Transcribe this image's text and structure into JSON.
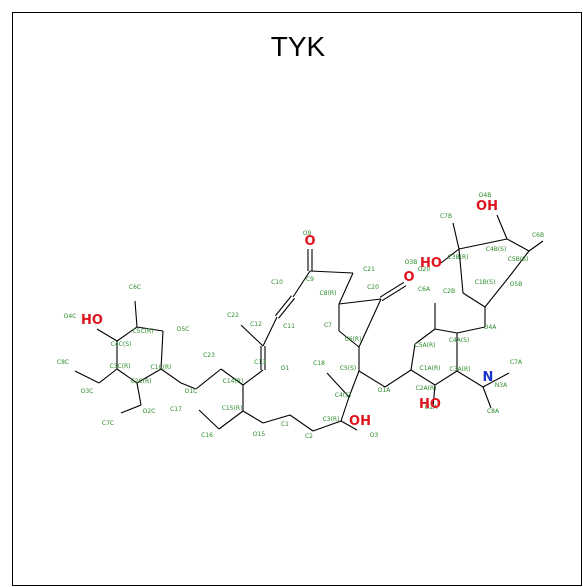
{
  "title": "TYK",
  "colors": {
    "bond": "#000000",
    "carbon_label": "#2a8a2a",
    "oxygen": "#e0141e",
    "nitrogen": "#1a33cc"
  },
  "atoms": [
    {
      "id": "O9",
      "label": "O9",
      "el": "C"
    },
    {
      "id": "O9a",
      "label": "O",
      "el": "O"
    },
    {
      "id": "C9",
      "label": "C9",
      "el": "C"
    },
    {
      "id": "C21",
      "label": "C21",
      "el": "C"
    },
    {
      "id": "C10",
      "label": "C10",
      "el": "C"
    },
    {
      "id": "C8",
      "label": "C8(R)",
      "el": "C"
    },
    {
      "id": "C20",
      "label": "C20",
      "el": "C"
    },
    {
      "id": "O20",
      "label": "O20",
      "el": "C"
    },
    {
      "id": "O20a",
      "label": "O",
      "el": "O"
    },
    {
      "id": "C11",
      "label": "C11",
      "el": "C"
    },
    {
      "id": "C22",
      "label": "C22",
      "el": "C"
    },
    {
      "id": "C12",
      "label": "C12",
      "el": "C"
    },
    {
      "id": "C7",
      "label": "C7",
      "el": "C"
    },
    {
      "id": "C6",
      "label": "C6(R)",
      "el": "C"
    },
    {
      "id": "C23",
      "label": "C23",
      "el": "C"
    },
    {
      "id": "C13",
      "label": "C13",
      "el": "C"
    },
    {
      "id": "O1",
      "label": "O1",
      "el": "C"
    },
    {
      "id": "C14",
      "label": "C14(R)",
      "el": "C"
    },
    {
      "id": "C18",
      "label": "C18",
      "el": "C"
    },
    {
      "id": "C5",
      "label": "C5(S)",
      "el": "C"
    },
    {
      "id": "O1A",
      "label": "O1A",
      "el": "C"
    },
    {
      "id": "O1C",
      "label": "O1C",
      "el": "C"
    },
    {
      "id": "C4",
      "label": "C4(S)",
      "el": "C"
    },
    {
      "id": "C15",
      "label": "C15(R)",
      "el": "C"
    },
    {
      "id": "C17",
      "label": "C17",
      "el": "C"
    },
    {
      "id": "C1",
      "label": "C1",
      "el": "C"
    },
    {
      "id": "C3",
      "label": "C3(R)",
      "el": "C"
    },
    {
      "id": "C16",
      "label": "C16",
      "el": "C"
    },
    {
      "id": "O15",
      "label": "O15",
      "el": "C"
    },
    {
      "id": "C2",
      "label": "C2",
      "el": "C"
    },
    {
      "id": "O3",
      "label": "O3",
      "el": "C"
    },
    {
      "id": "HO3",
      "label": "OH",
      "el": "O"
    },
    {
      "id": "C6A",
      "label": "C6A",
      "el": "C"
    },
    {
      "id": "C5A",
      "label": "C5A(R)",
      "el": "C"
    },
    {
      "id": "C4A",
      "label": "C4A(S)",
      "el": "C"
    },
    {
      "id": "C1A",
      "label": "C1A(R)",
      "el": "C"
    },
    {
      "id": "C2A",
      "label": "C2A(R)",
      "el": "C"
    },
    {
      "id": "C3A",
      "label": "C3A(R)",
      "el": "C"
    },
    {
      "id": "O2A",
      "label": "O2A",
      "el": "C"
    },
    {
      "id": "HO2A",
      "label": "HO",
      "el": "O"
    },
    {
      "id": "N3A",
      "label": "N3A",
      "el": "C"
    },
    {
      "id": "Nn",
      "label": "N",
      "el": "N"
    },
    {
      "id": "C7A",
      "label": "C7A",
      "el": "C"
    },
    {
      "id": "C8A",
      "label": "C8A",
      "el": "C"
    },
    {
      "id": "O4A",
      "label": "O4A",
      "el": "C"
    },
    {
      "id": "C2B",
      "label": "C2B",
      "el": "C"
    },
    {
      "id": "C1B",
      "label": "C1B(S)",
      "el": "C"
    },
    {
      "id": "O5B",
      "label": "O5B",
      "el": "C"
    },
    {
      "id": "C5B",
      "label": "C5B(S)",
      "el": "C"
    },
    {
      "id": "C6B",
      "label": "C6B",
      "el": "C"
    },
    {
      "id": "C4B",
      "label": "C4B(S)",
      "el": "C"
    },
    {
      "id": "O4B",
      "label": "O4B",
      "el": "C"
    },
    {
      "id": "HO4B",
      "label": "OH",
      "el": "O"
    },
    {
      "id": "C3B",
      "label": "C3B(R)",
      "el": "C"
    },
    {
      "id": "C7B",
      "label": "C7B",
      "el": "C"
    },
    {
      "id": "O3B",
      "label": "O3B",
      "el": "C"
    },
    {
      "id": "HO3B",
      "label": "HO",
      "el": "O"
    },
    {
      "id": "C6C",
      "label": "C6C",
      "el": "C"
    },
    {
      "id": "C5C",
      "label": "C5C(R)",
      "el": "C"
    },
    {
      "id": "O5C",
      "label": "O5C",
      "el": "C"
    },
    {
      "id": "C4C",
      "label": "C4C(S)",
      "el": "C"
    },
    {
      "id": "O4C",
      "label": "O4C",
      "el": "C"
    },
    {
      "id": "HO4C",
      "label": "HO",
      "el": "O"
    },
    {
      "id": "C3C",
      "label": "C3C(R)",
      "el": "C"
    },
    {
      "id": "C1C",
      "label": "C1C(R)",
      "el": "C"
    },
    {
      "id": "C2C",
      "label": "C2C(R)",
      "el": "C"
    },
    {
      "id": "C8C",
      "label": "C8C",
      "el": "C"
    },
    {
      "id": "O3C",
      "label": "O3C",
      "el": "C"
    },
    {
      "id": "O2C",
      "label": "O2C",
      "el": "C"
    },
    {
      "id": "C7C",
      "label": "C7C",
      "el": "C"
    }
  ]
}
